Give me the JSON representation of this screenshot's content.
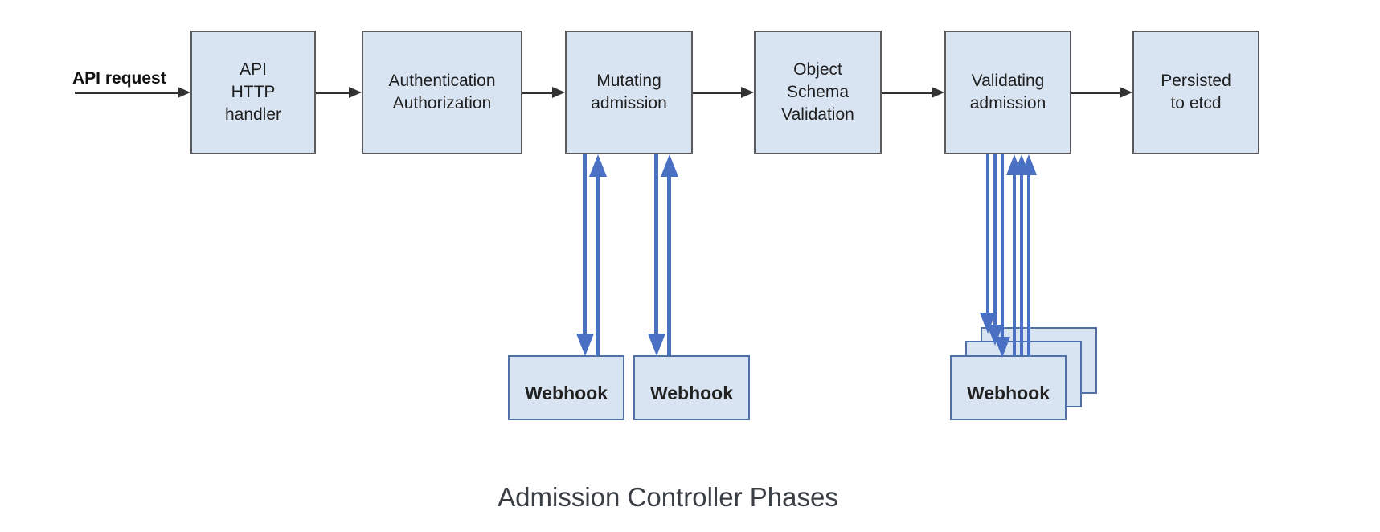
{
  "caption": "Admission Controller Phases",
  "request_label": "API request",
  "phases": [
    {
      "id": "api-http-handler",
      "label": "API\nHTTP\nhandler"
    },
    {
      "id": "authentication-authorization",
      "label": "Authentication\nAuthorization"
    },
    {
      "id": "mutating-admission",
      "label": "Mutating\nadmission"
    },
    {
      "id": "object-schema-validation",
      "label": "Object\nSchema\nValidation"
    },
    {
      "id": "validating-admission",
      "label": "Validating\nadmission"
    },
    {
      "id": "persisted-to-etcd",
      "label": "Persisted\nto etcd"
    }
  ],
  "webhooks": {
    "mutating": [
      {
        "label": "Webhook"
      },
      {
        "label": "Webhook"
      }
    ],
    "validating_stack": [
      {
        "label": "Webhook"
      },
      {
        "label": "Webhook"
      },
      {
        "label": "Webhook"
      }
    ]
  },
  "colors": {
    "box_fill": "#d9e4f2",
    "box_border": "#5b5b5f",
    "webhook_border": "#4f6fa5",
    "webhook_arrow_blue": "#4a70c4",
    "flow_arrow_black": "#323232",
    "caption_text": "#3a3f46"
  }
}
